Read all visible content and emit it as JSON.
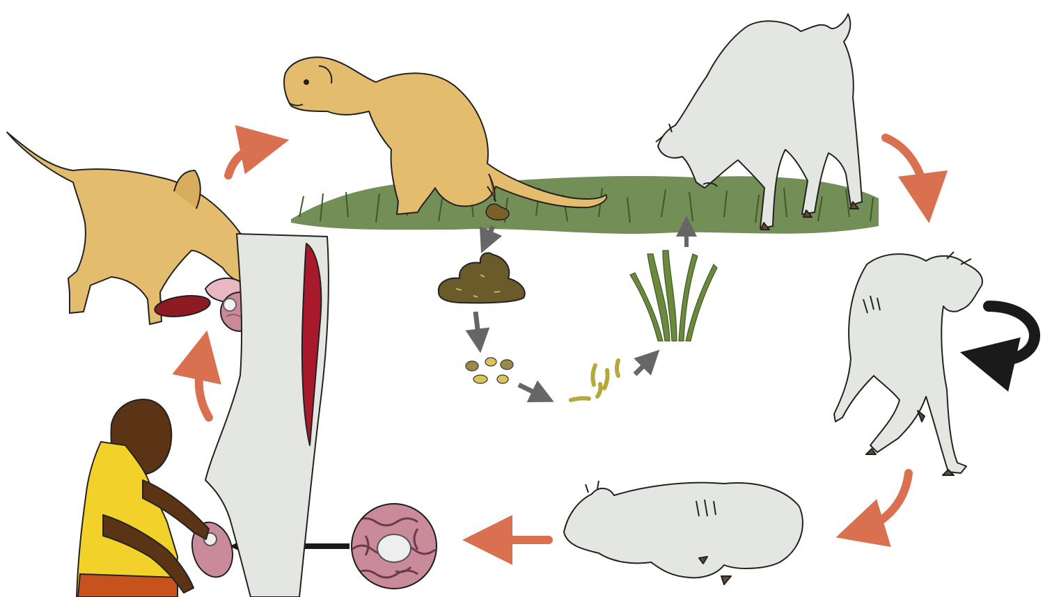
{
  "diagram": {
    "type": "life-cycle-illustration",
    "text_labels": [],
    "stages": [
      {
        "id": "dog-eats-offal",
        "icon": "dog-eating-infected-brain-icon"
      },
      {
        "id": "dog-defecates",
        "icon": "dog-defecating-icon"
      },
      {
        "id": "dog-feces",
        "icon": "feces-icon"
      },
      {
        "id": "tapeworm-eggs",
        "icon": "eggs-icon"
      },
      {
        "id": "larvae-on-grass",
        "icon": "larvae-icon"
      },
      {
        "id": "grass-blades",
        "icon": "grass-icon"
      },
      {
        "id": "sheep-grazing",
        "icon": "sheep-grazing-icon"
      },
      {
        "id": "sheep-circling",
        "icon": "sheep-circling-icon"
      },
      {
        "id": "sheep-lying-down",
        "icon": "sheep-lying-icon"
      },
      {
        "id": "brain-cyst-magnified",
        "icon": "magnifier-cyst-icon"
      },
      {
        "id": "man-opening-sheep-skull",
        "icon": "man-with-sheep-head-icon"
      }
    ],
    "colors": {
      "cycle_arrow": "#d9704f",
      "inner_arrow": "#666666",
      "circling_arrow": "#1a1a1a",
      "dog": "#e3bc6e",
      "sheep": "#e4e6e2",
      "grass": "#5a7a3a",
      "feces": "#6b5a2a",
      "brain": "#c98a9a",
      "blood": "#a8192b",
      "shirt": "#f2d22a",
      "skin": "#5a3415"
    }
  }
}
